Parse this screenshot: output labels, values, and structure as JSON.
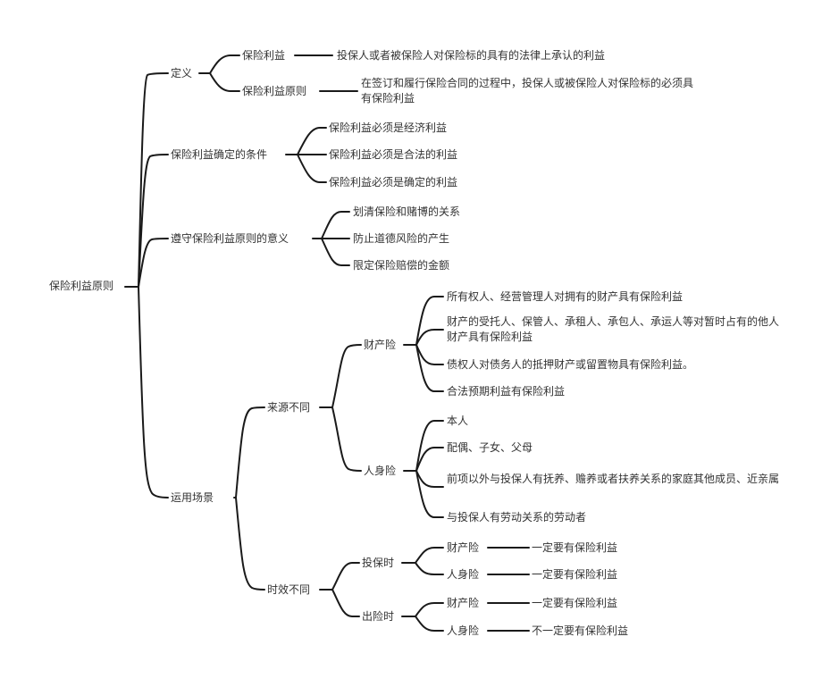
{
  "mindmap": {
    "root": "保险利益原则",
    "definition": {
      "label": "定义",
      "items": [
        {
          "label": "保险利益",
          "detail": "投保人或者被保险人对保险标的具有的法律上承认的利益"
        },
        {
          "label": "保险利益原则",
          "detail": "在签订和履行保险合同的过程中，投保人或被保险人对保险标的必须具有保险利益"
        }
      ]
    },
    "conditions": {
      "label": "保险利益确定的条件",
      "items": [
        "保险利益必须是经济利益",
        "保险利益必须是合法的利益",
        "保险利益必须是确定的利益"
      ]
    },
    "significance": {
      "label": "遵守保险利益原则的意义",
      "items": [
        "划清保险和赌博的关系",
        "防止道德风险的产生",
        "限定保险赔偿的金额"
      ]
    },
    "scenarios": {
      "label": "运用场景",
      "source": {
        "label": "来源不同",
        "property": {
          "label": "财产险",
          "items": [
            "所有权人、经营管理人对拥有的财产具有保险利益",
            "财产的受托人、保管人、承租人、承包人、承运人等对暂时占有的他人财产具有保险利益",
            "债权人对债务人的抵押财产或留置物具有保险利益。",
            "合法预期利益有保险利益"
          ]
        },
        "personal": {
          "label": "人身险",
          "items": [
            "本人",
            "配偶、子女、父母",
            "前项以外与投保人有抚养、赡养或者扶养关系的家庭其他成员、近亲属",
            "与投保人有劳动关系的劳动者"
          ]
        }
      },
      "timing": {
        "label": "时效不同",
        "at_purchase": {
          "label": "投保时",
          "items": [
            {
              "label": "财产险",
              "detail": "一定要有保险利益"
            },
            {
              "label": "人身险",
              "detail": "一定要有保险利益"
            }
          ]
        },
        "at_claim": {
          "label": "出险时",
          "items": [
            {
              "label": "财产险",
              "detail": "一定要有保险利益"
            },
            {
              "label": "人身险",
              "detail": "不一定要有保险利益"
            }
          ]
        }
      }
    }
  }
}
